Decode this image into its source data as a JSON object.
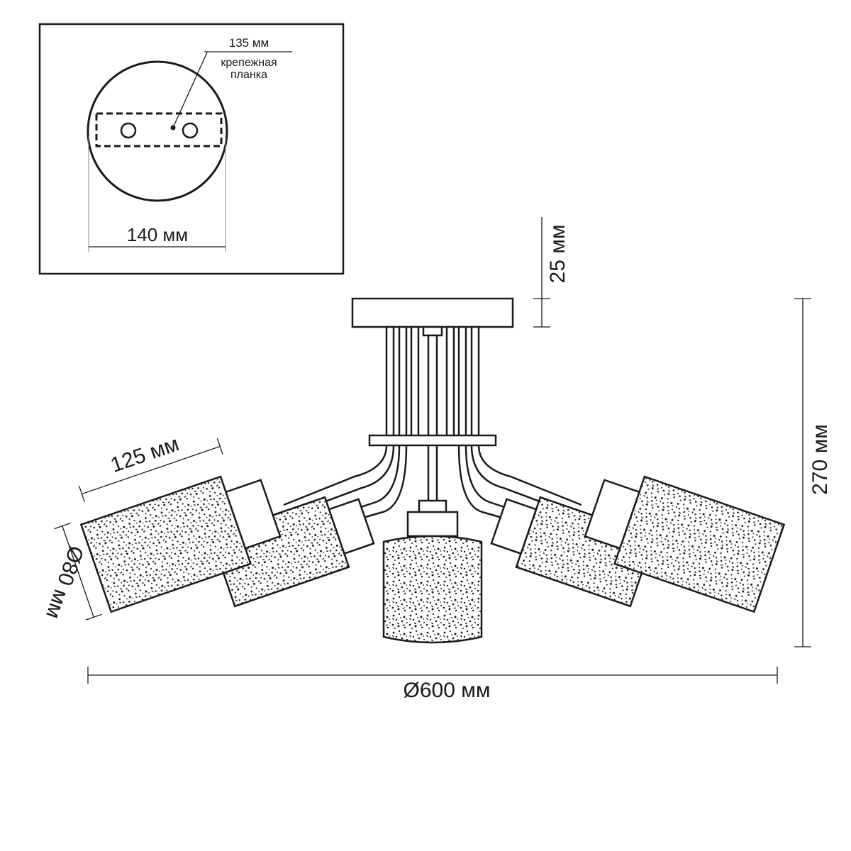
{
  "inset": {
    "bracket_label": "135 мм",
    "callout_line1": "крепежная",
    "callout_line2": "планка",
    "base_width_label": "140 мм"
  },
  "dimensions": {
    "canopy_height": "25 мм",
    "total_height": "270 мм",
    "shade_length": "125 мм",
    "shade_diameter": "Ø80 мм",
    "overall_diameter": "Ø600 мм"
  },
  "colors": {
    "ink": "#1a1a1a",
    "paper": "#ffffff"
  }
}
